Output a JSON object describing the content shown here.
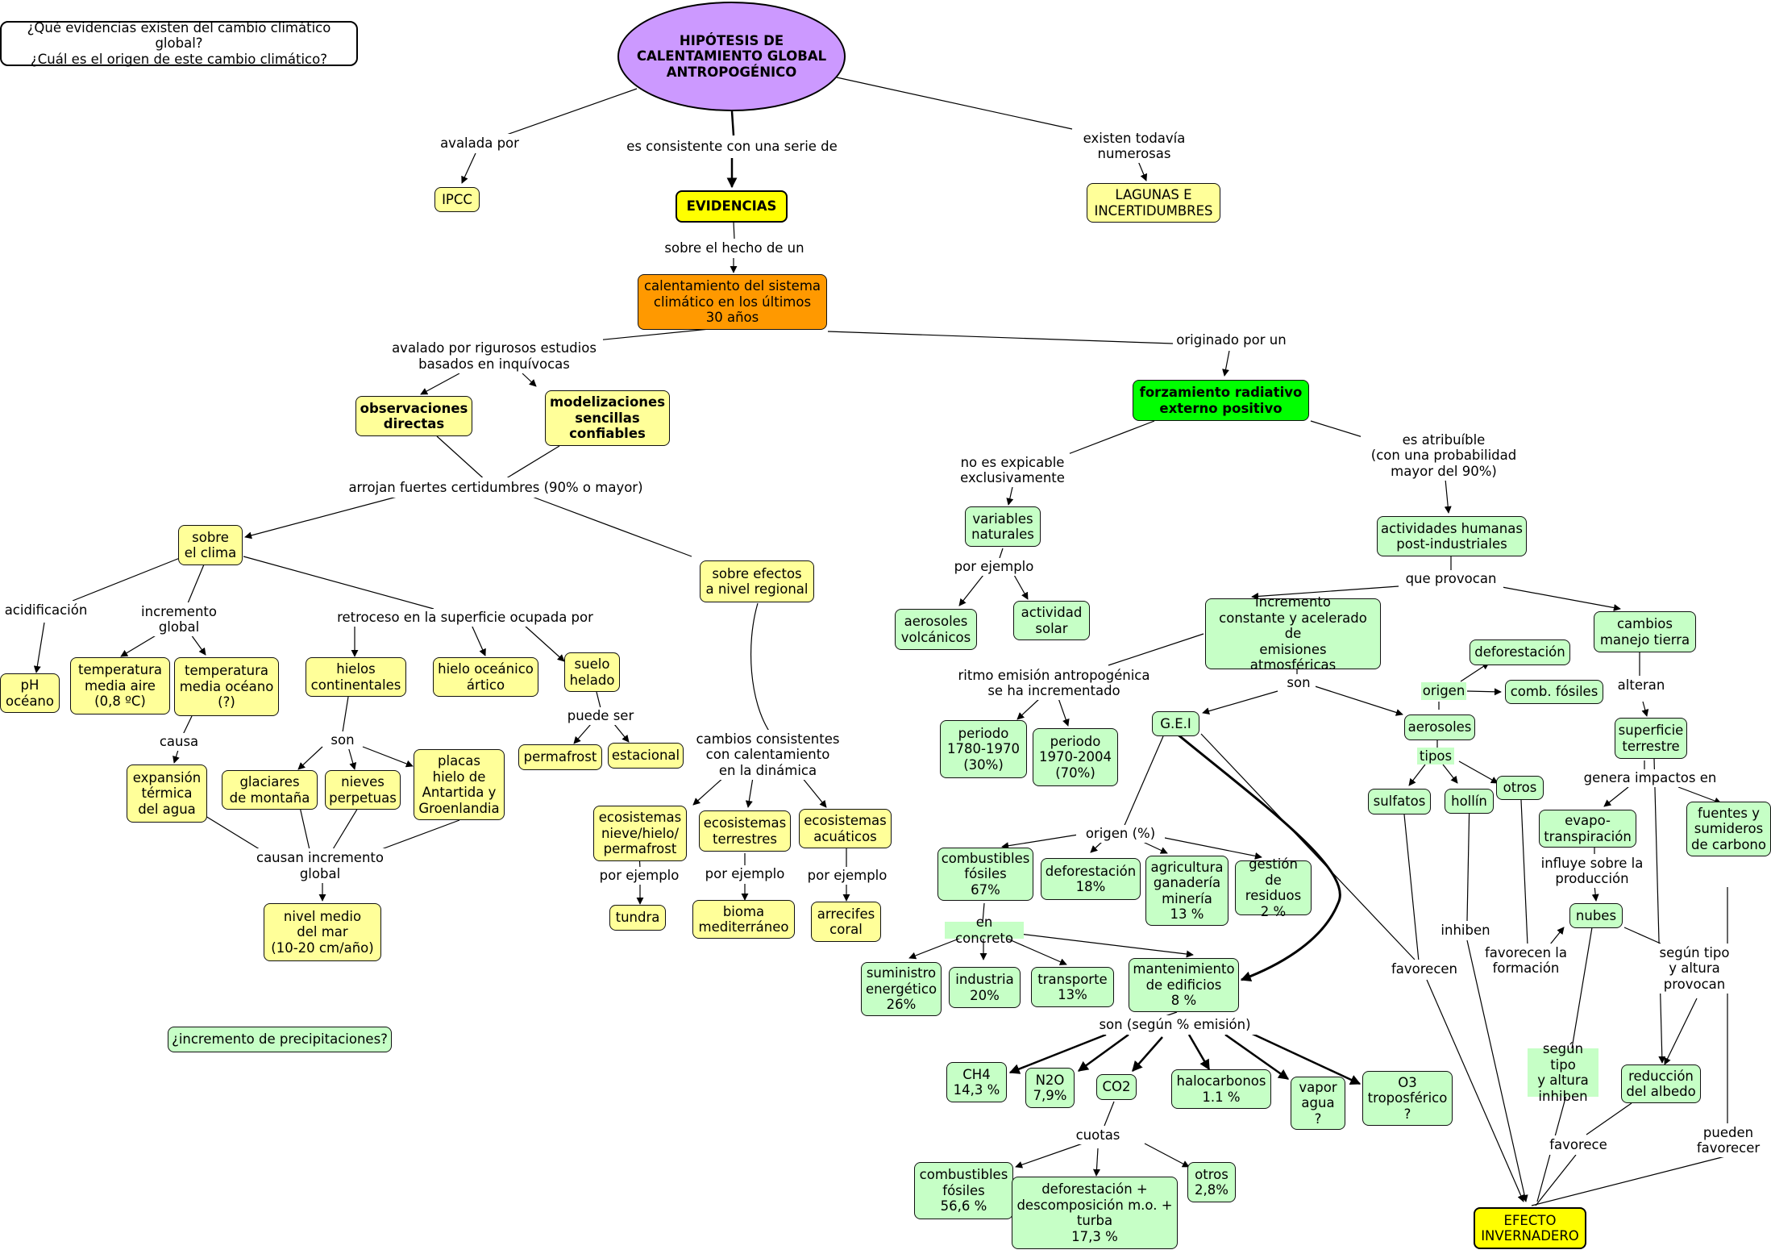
{
  "question": "¿Qué evidencias existen del cambio climático global?\n¿Cuál es el origen de este cambio climático?",
  "precipitaciones": "¿incremento de precipitaciones?",
  "nodes": {
    "hipotesis": "HIPÓTESIS DE\nCALENTAMIENTO GLOBAL\nANTROPOGÉNICO",
    "ipcc": "IPCC",
    "evidencias": "EVIDENCIAS",
    "lagunas": "LAGUNAS E\nINCERTIDUMBRES",
    "calentamiento": "calentamiento del sistema\nclimático en los últimos\n30 años",
    "observaciones": "observaciones\ndirectas",
    "modelizaciones": "modelizaciones\nsencillas\nconfiables",
    "forzamiento": "forzamiento radiativo\nexterno positivo",
    "sobre_clima": "sobre\nel clima",
    "sobre_efectos": "sobre efectos\na nivel regional",
    "ph": "pH\nocéano",
    "temp_aire": "temperatura\nmedia aire\n(0,8 ºC)",
    "temp_oceano": "temperatura\nmedia océano\n(?)",
    "expansion": "expansión\ntérmica\ndel agua",
    "hielos": "hielos\ncontinentales",
    "hielo_oceanico": "hielo oceánico\nártico",
    "suelo_helado": "suelo\nhelado",
    "permafrost": "permafrost",
    "estacional": "estacional",
    "glaciares": "glaciares\nde montaña",
    "nieves": "nieves\nperpetuas",
    "placas": "placas\nhielo de\nAntartida y\nGroenlandia",
    "nivel_mar": "nivel medio\ndel mar\n(10-20 cm/año)",
    "eco_nieve": "ecosistemas\nnieve/hielo/\npermafrost",
    "eco_terrestres": "ecosistemas\nterrestres",
    "eco_acuaticos": "ecosistemas\nacuáticos",
    "tundra": "tundra",
    "bioma": "bioma\nmediterráneo",
    "arrecifes": "arrecifes\ncoral",
    "variables": "variables\nnaturales",
    "aerosoles_volc": "aerosoles\nvolcánicos",
    "actividad_solar": "actividad\nsolar",
    "actividades": "actividades humanas\npost-industriales",
    "incremento_emis": "incremento\nconstante y acelerado de\nemisiones\natmosféricas",
    "cambios_tierra": "cambios\nmanejo tierra",
    "periodo1": "periodo\n1780-1970\n(30%)",
    "periodo2": "periodo\n1970-2004\n(70%)",
    "gei": "G.E.I",
    "aerosoles": "aerosoles",
    "deforestacion_top": "deforestación",
    "comb_fosiles_top": "comb. fósiles",
    "sulfatos": "sulfatos",
    "hollin": "hollín",
    "otros_aer": "otros",
    "superficie": "superficie\nterrestre",
    "evapo": "evapo-\ntranspiración",
    "fuentes": "fuentes y\nsumideros\nde carbono",
    "nubes": "nubes",
    "reduccion_albedo": "reducción\ndel albedo",
    "combustibles67": "combustibles\nfósiles\n67%",
    "deforestacion18": "deforestación\n18%",
    "agricultura": "agricultura\nganadería\nminería\n13 %",
    "gestion": "gestión de\nresiduos\n2 %",
    "suministro": "suministro\nenergético\n26%",
    "industria": "industria\n20%",
    "transporte": "transporte\n13%",
    "mantenimiento": "mantenimiento\nde edificios\n8 %",
    "ch4": "CH4\n14,3 %",
    "n2o": "N2O\n7,9%",
    "co2": "CO2",
    "halocarbonos": "halocarbonos\n1.1 %",
    "vapor": "vapor\nagua\n?",
    "o3": "O3\ntroposférico\n?",
    "comb566": "combustibles\nfósiles\n56,6 %",
    "defor173": "deforestación +\ndescomposición m.o. +\nturba\n17,3 %",
    "otros28": "otros\n2,8%",
    "efecto": "EFECTO\nINVERNADERO"
  },
  "labels": {
    "avalada": "avalada por",
    "consistente": "es consistente con una serie de",
    "existen": "existen todavía\nnumerosas",
    "sobre_hecho": "sobre el hecho de un",
    "avalado": "avalado por rigurosos estudios\nbasados en inquívocas",
    "originado": "originado por un",
    "arrojan": "arrojan fuertes certidumbres (90% o mayor)",
    "no_explicable": "no es expicable\nexclusivamente",
    "atribuible": "es atribuíble\n(con una probabilidad\nmayor del 90%)",
    "acidificacion": "acidificación",
    "incremento_global": "incremento\nglobal",
    "retroceso": "retroceso en la superficie ocupada por",
    "causa": "causa",
    "son1": "son",
    "puede_ser": "puede ser",
    "causan": "causan incremento\nglobal",
    "cambios_consistentes": "cambios consistentes\ncon calentamiento\nen la dinámica",
    "por_ejemplo1": "por ejemplo",
    "por_ejemplo2": "por ejemplo",
    "por_ejemplo3": "por ejemplo",
    "por_ejemplo4": "por ejemplo",
    "que_provocan": "que provocan",
    "ritmo": "ritmo emisión antropogénica\nse ha incrementado",
    "son2": "son",
    "origen_aer": "origen",
    "tipos": "tipos",
    "alteran": "alteran",
    "genera": "genera impactos en",
    "influye": "influye sobre la\nproducción",
    "origen_pct": "origen (%)",
    "en_concreto": "en concreto",
    "inhiben": "inhiben",
    "favorecen": "favorecen",
    "favorecen_formacion": "favorecen la\nformación",
    "segun_tipo_provocan": "según tipo\ny altura\nprovocan",
    "segun_tipo_inhiben": "según tipo\ny altura\ninhiben",
    "favorece": "favorece",
    "pueden_favorecer": "pueden\nfavorecer",
    "son_segun": "son (según % emisión)",
    "cuotas": "cuotas"
  }
}
